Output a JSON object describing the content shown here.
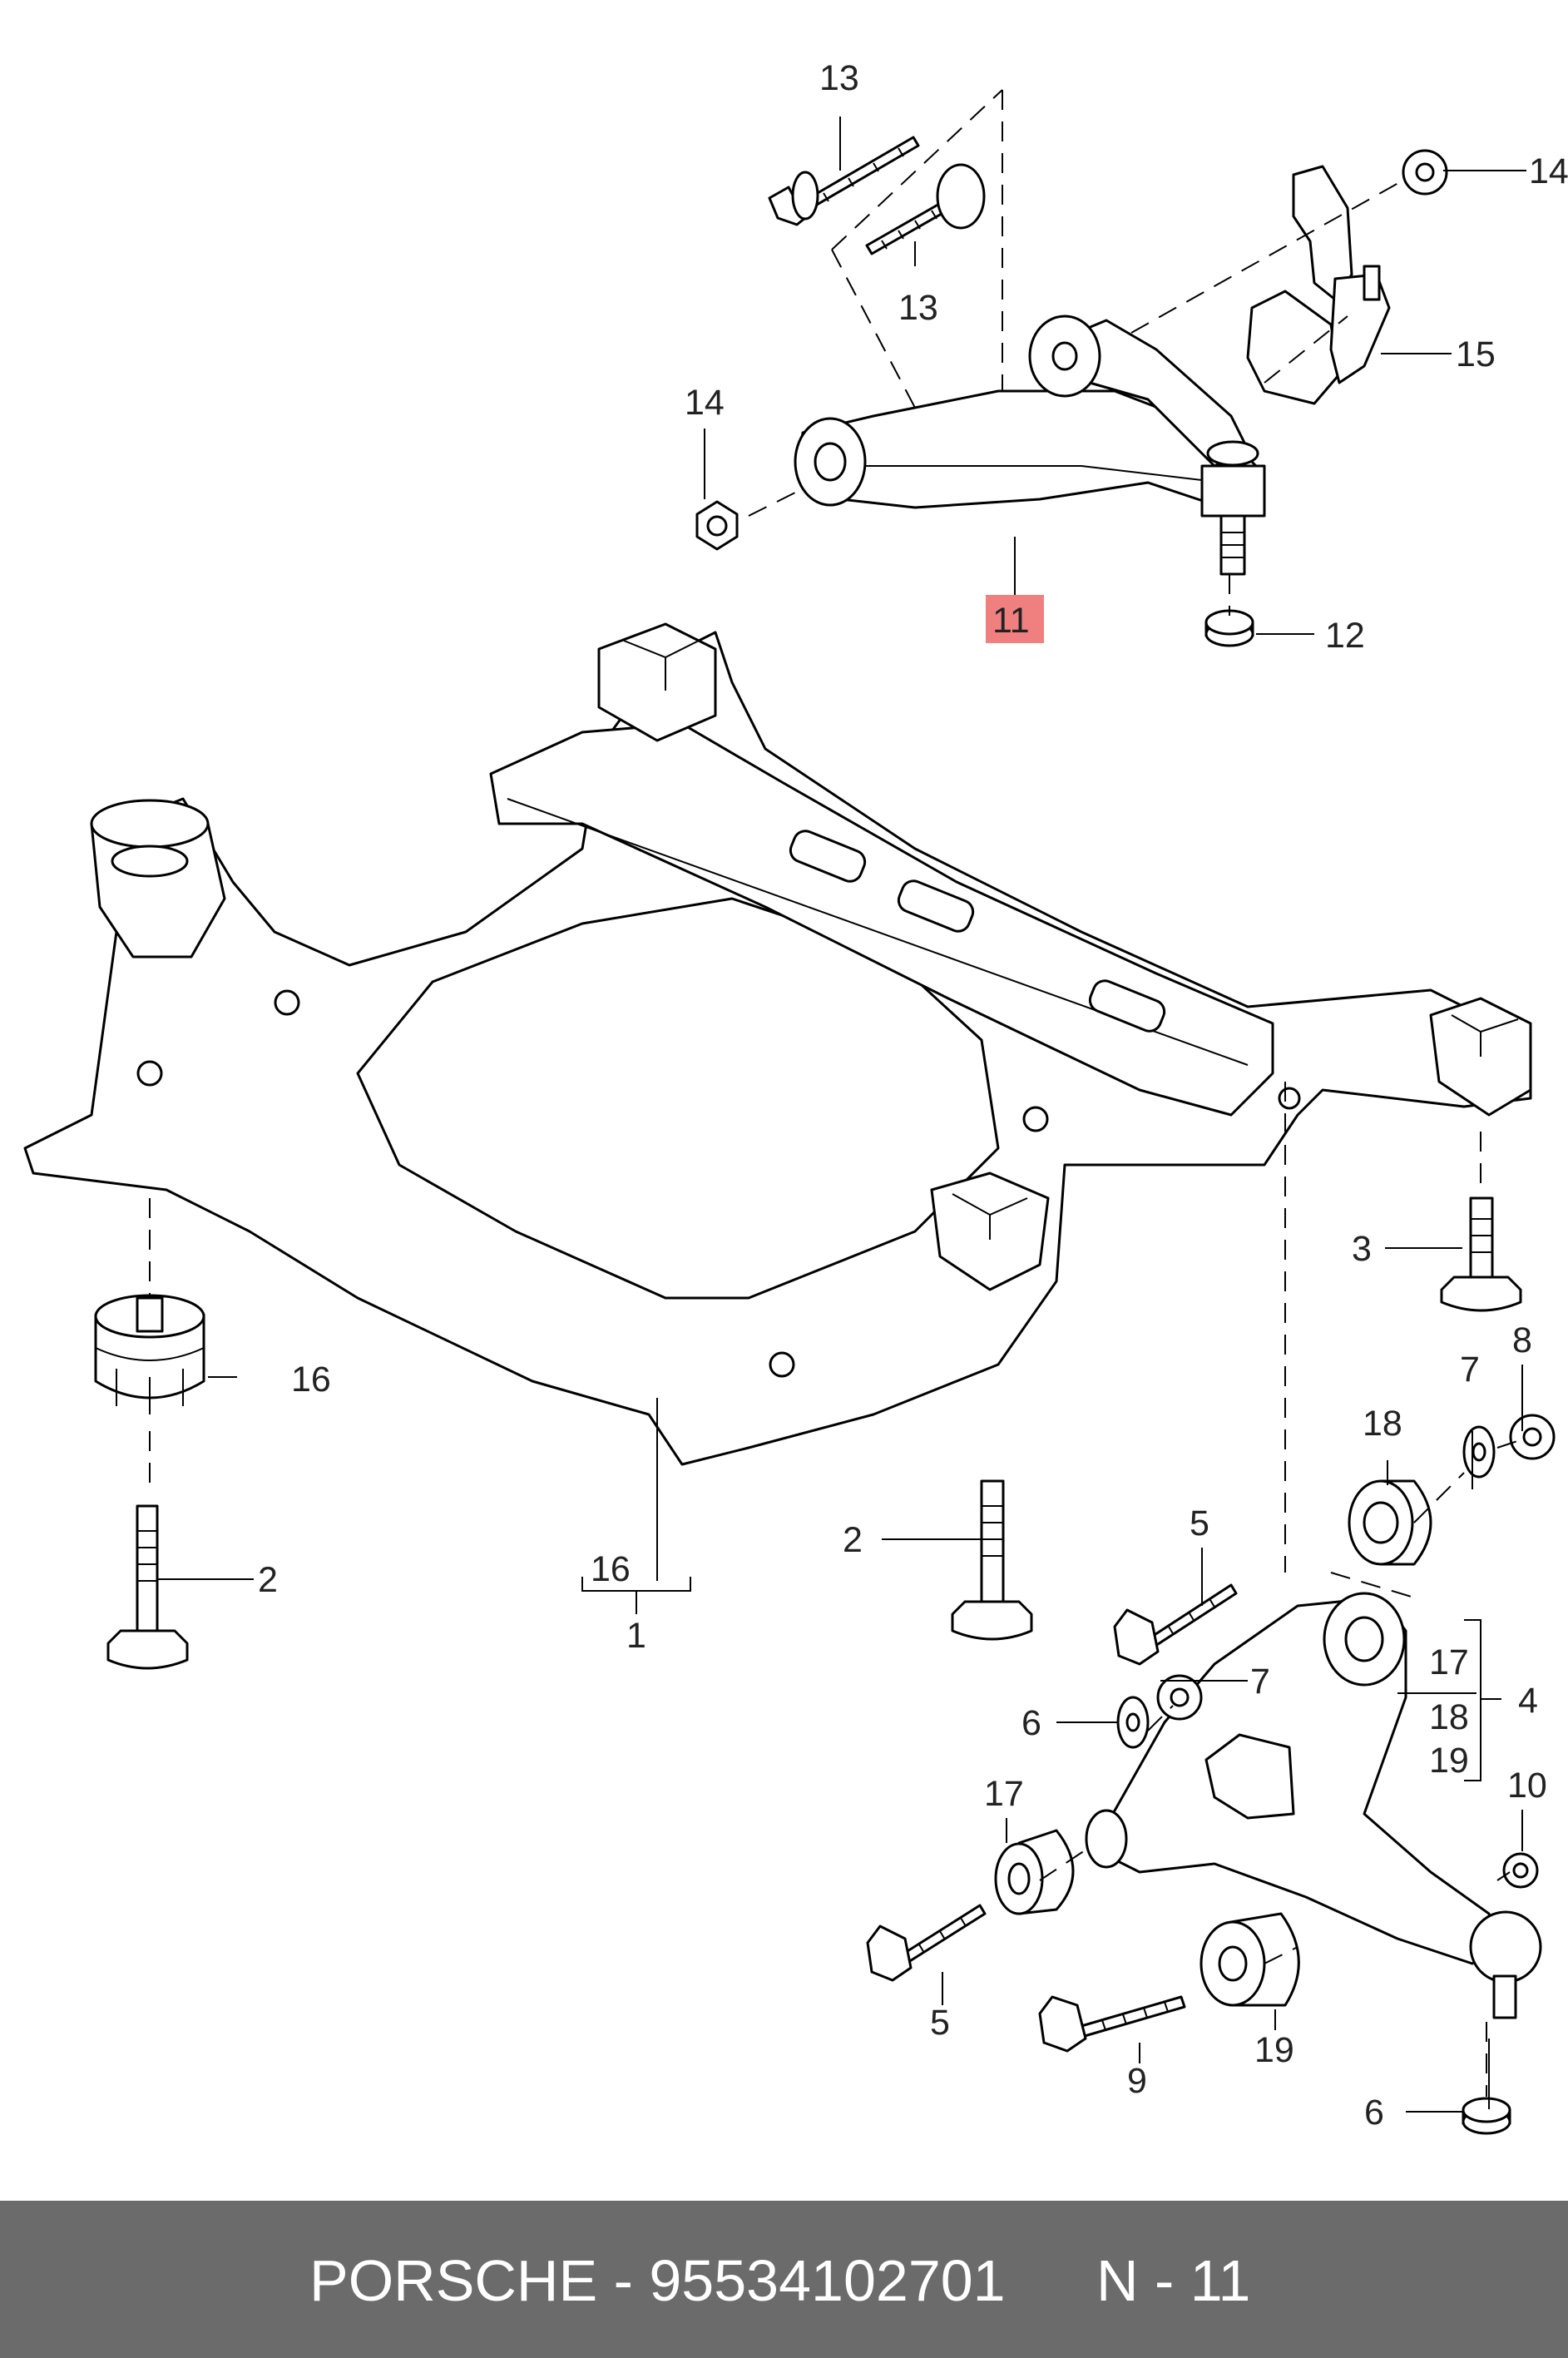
{
  "callouts": [
    {
      "id": "c1",
      "text": "1"
    },
    {
      "id": "c2a",
      "text": "2"
    },
    {
      "id": "c2b",
      "text": "2"
    },
    {
      "id": "c3",
      "text": "3"
    },
    {
      "id": "c4",
      "text": "4"
    },
    {
      "id": "c5a",
      "text": "5"
    },
    {
      "id": "c5b",
      "text": "5"
    },
    {
      "id": "c6a",
      "text": "6"
    },
    {
      "id": "c6b",
      "text": "6"
    },
    {
      "id": "c7a",
      "text": "7"
    },
    {
      "id": "c7b",
      "text": "7"
    },
    {
      "id": "c8",
      "text": "8"
    },
    {
      "id": "c9",
      "text": "9"
    },
    {
      "id": "c10",
      "text": "10"
    },
    {
      "id": "c11",
      "text": "11"
    },
    {
      "id": "c12",
      "text": "12"
    },
    {
      "id": "c13a",
      "text": "13"
    },
    {
      "id": "c13b",
      "text": "13"
    },
    {
      "id": "c14a",
      "text": "14"
    },
    {
      "id": "c14b",
      "text": "14"
    },
    {
      "id": "c15",
      "text": "15"
    },
    {
      "id": "c16a",
      "text": "16"
    },
    {
      "id": "c16b",
      "text": "16"
    },
    {
      "id": "c17a",
      "text": "17"
    },
    {
      "id": "c17b",
      "text": "17"
    },
    {
      "id": "c18a",
      "text": "18"
    },
    {
      "id": "c18b",
      "text": "18"
    },
    {
      "id": "c19a",
      "text": "19"
    },
    {
      "id": "c19b",
      "text": "19"
    }
  ],
  "highlight_color": "#f08080",
  "footer": {
    "brand_part": "PORSCHE - 95534102701",
    "ref": "N - 11"
  }
}
